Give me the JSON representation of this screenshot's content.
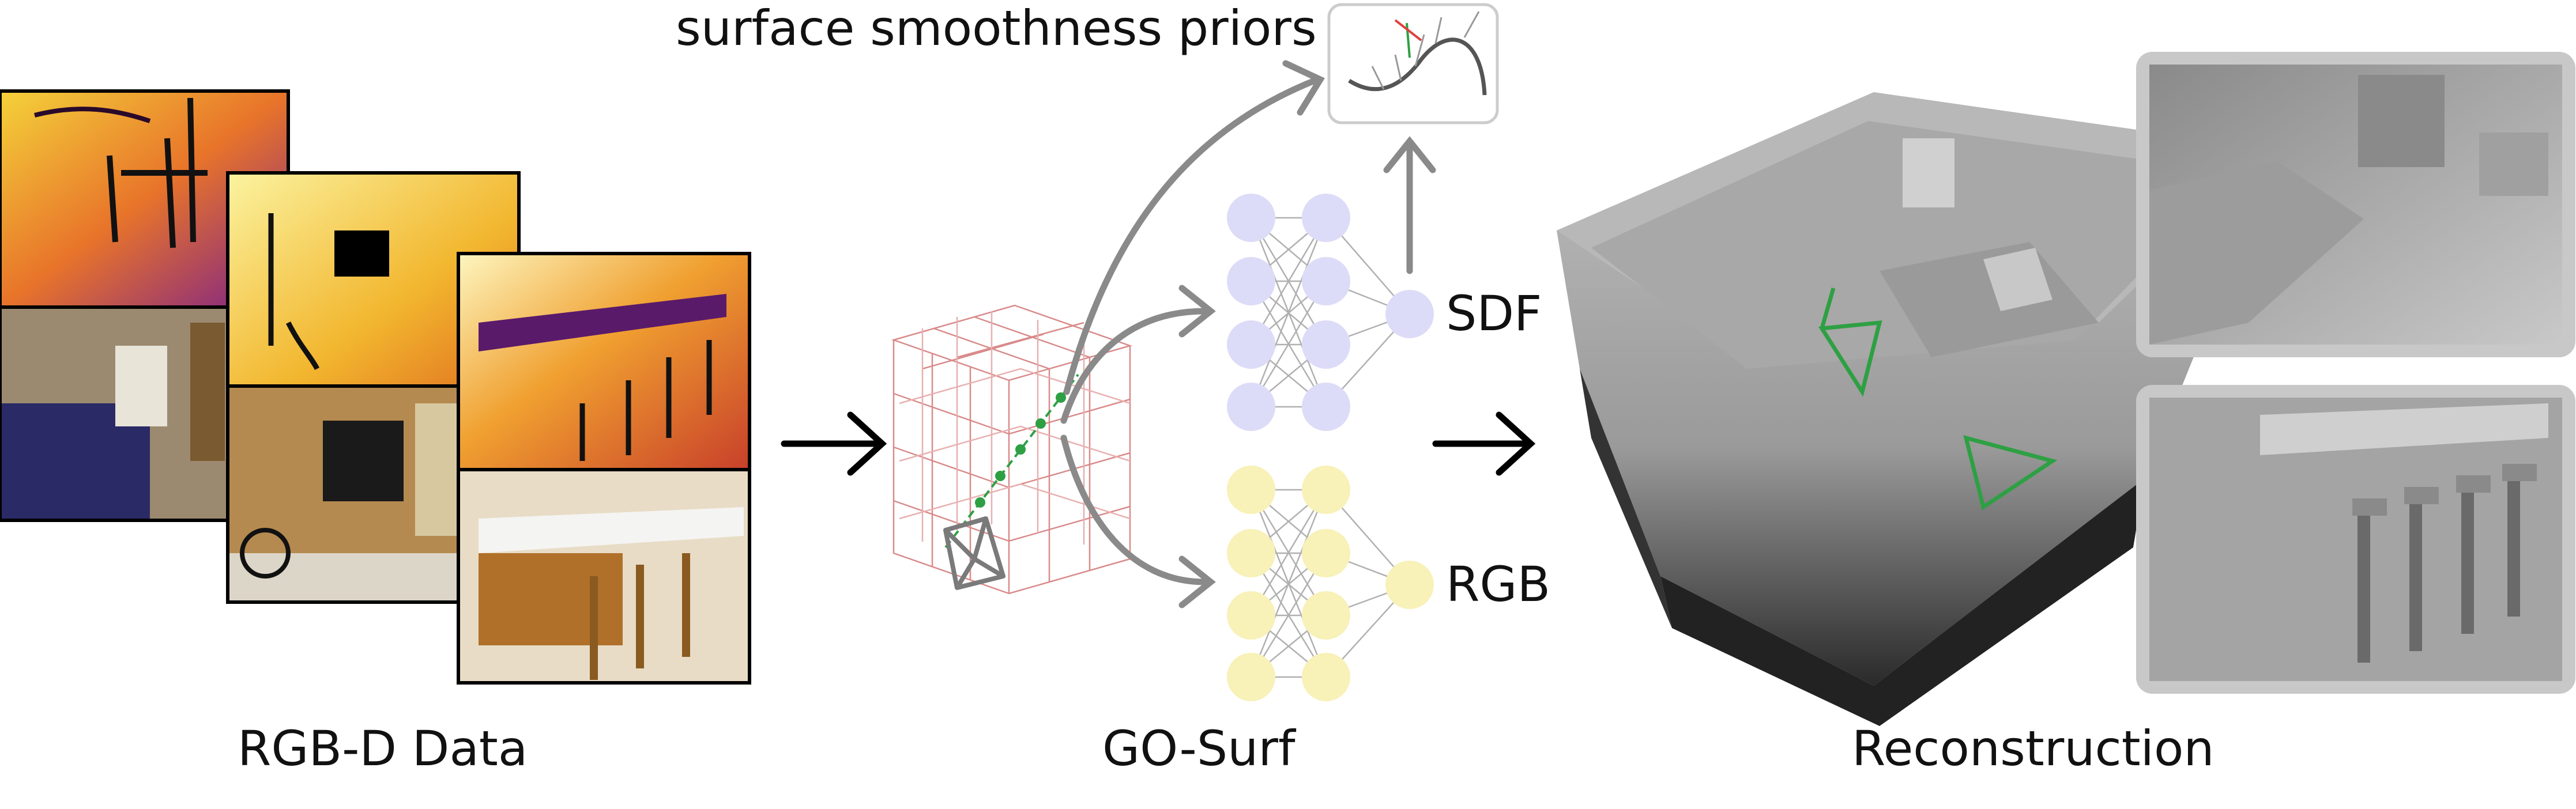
{
  "labels": {
    "rgbd_data": "RGB-D Data",
    "method": "GO-Surf",
    "reconstruction": "Reconstruction",
    "priors": "surface smoothness priors",
    "sdf": "SDF",
    "rgb": "RGB"
  },
  "colors": {
    "sdf_node": "#dcdcf8",
    "rgb_node": "#f8f1b8",
    "arrow": "#8a8a8a",
    "camera_green": "#2ea043",
    "grid_red": "#d98a8a"
  }
}
